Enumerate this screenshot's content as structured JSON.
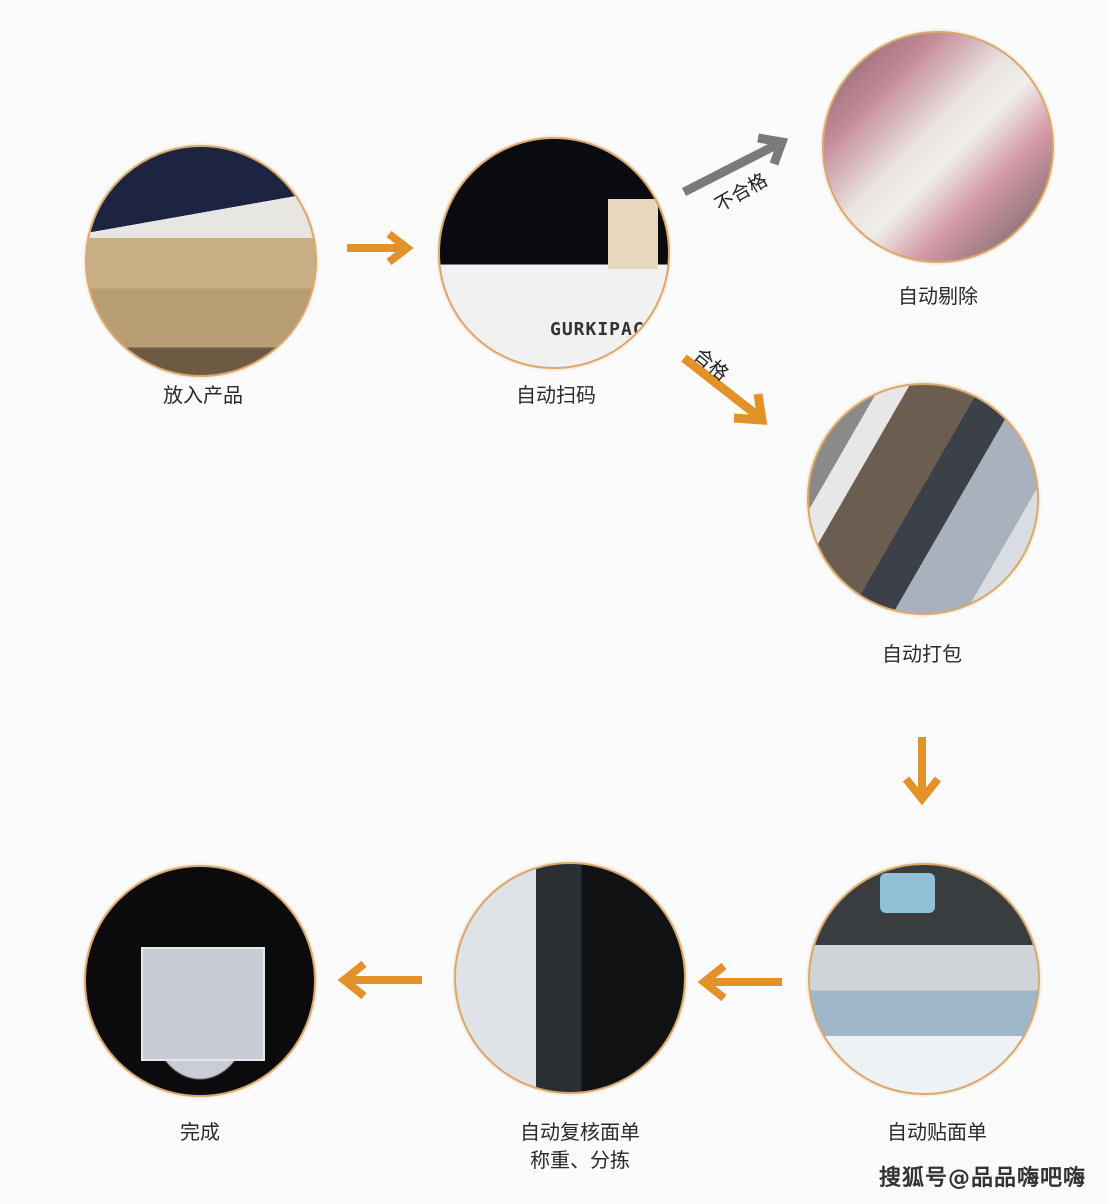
{
  "steps": [
    {
      "id": "place",
      "label": "放入产品",
      "image": "cardboard-box-photo"
    },
    {
      "id": "scan",
      "label": "自动扫码",
      "image": "scanning-machine-photo"
    },
    {
      "id": "reject",
      "label": "自动剔除",
      "image": "rejection-line-photo"
    },
    {
      "id": "pack",
      "label": "自动打包",
      "image": "packing-machine-photo"
    },
    {
      "id": "label",
      "label": "自动贴面单",
      "image": "label-printer-photo"
    },
    {
      "id": "verify",
      "label_line1": "自动复核面单",
      "label_line2": "称重、分拣",
      "image": "verify-weigh-machine-photo"
    },
    {
      "id": "done",
      "label": "完成",
      "image": "finished-package-photo"
    }
  ],
  "branches": {
    "fail": {
      "label": "不合格",
      "color": "#7a7a7a"
    },
    "pass": {
      "label": "合格",
      "color": "#e3922a"
    }
  },
  "arrow_color": "#e3922a",
  "watermark": "搜狐号@品品嗨吧嗨"
}
